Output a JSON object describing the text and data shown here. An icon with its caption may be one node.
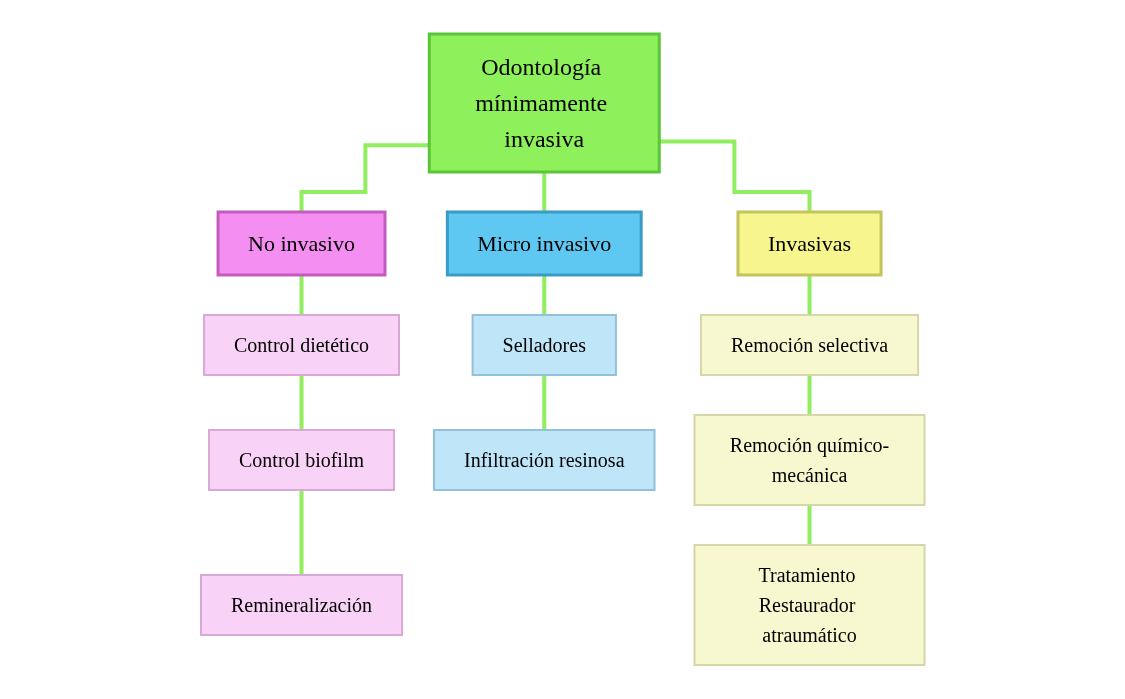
{
  "diagram": {
    "nodes": [
      {
        "text": [
          "Odontología mínimamente invasiva"
        ]
      },
      {
        "text": [
          "No invasivo"
        ]
      },
      {
        "text": [
          "Micro invasivo"
        ]
      },
      {
        "text": [
          "Invasivas"
        ]
      },
      {
        "text": [
          "Control dietético"
        ]
      },
      {
        "text": [
          "Control biofilm"
        ]
      },
      {
        "text": [
          "Remineralización"
        ]
      },
      {
        "text": [
          "Selladores"
        ]
      },
      {
        "text": [
          "Infiltración resinosa"
        ]
      },
      {
        "text": [
          "Remoción selectiva"
        ]
      },
      {
        "text": [
          "Remoción químico-mecánica"
        ]
      },
      {
        "text": [
          "Tratamiento Restaurador atraumático"
        ]
      }
    ],
    "edges": [
      {
        "from": 0,
        "to": 1,
        "arrow": "none"
      },
      {
        "from": 0,
        "to": 2,
        "arrow": "none"
      },
      {
        "from": 0,
        "to": 3,
        "arrow": "none"
      },
      {
        "from": 1,
        "to": 4,
        "arrow": "none"
      },
      {
        "from": 4,
        "to": 5,
        "arrow": "none"
      },
      {
        "from": 5,
        "to": 6,
        "arrow": "none"
      },
      {
        "from": 2,
        "to": 7,
        "arrow": "none"
      },
      {
        "from": 7,
        "to": 8,
        "arrow": "none"
      },
      {
        "from": 3,
        "to": 9,
        "arrow": "none"
      },
      {
        "from": 9,
        "to": 10,
        "arrow": "none"
      },
      {
        "from": 10,
        "to": 11,
        "arrow": "none"
      }
    ]
  }
}
